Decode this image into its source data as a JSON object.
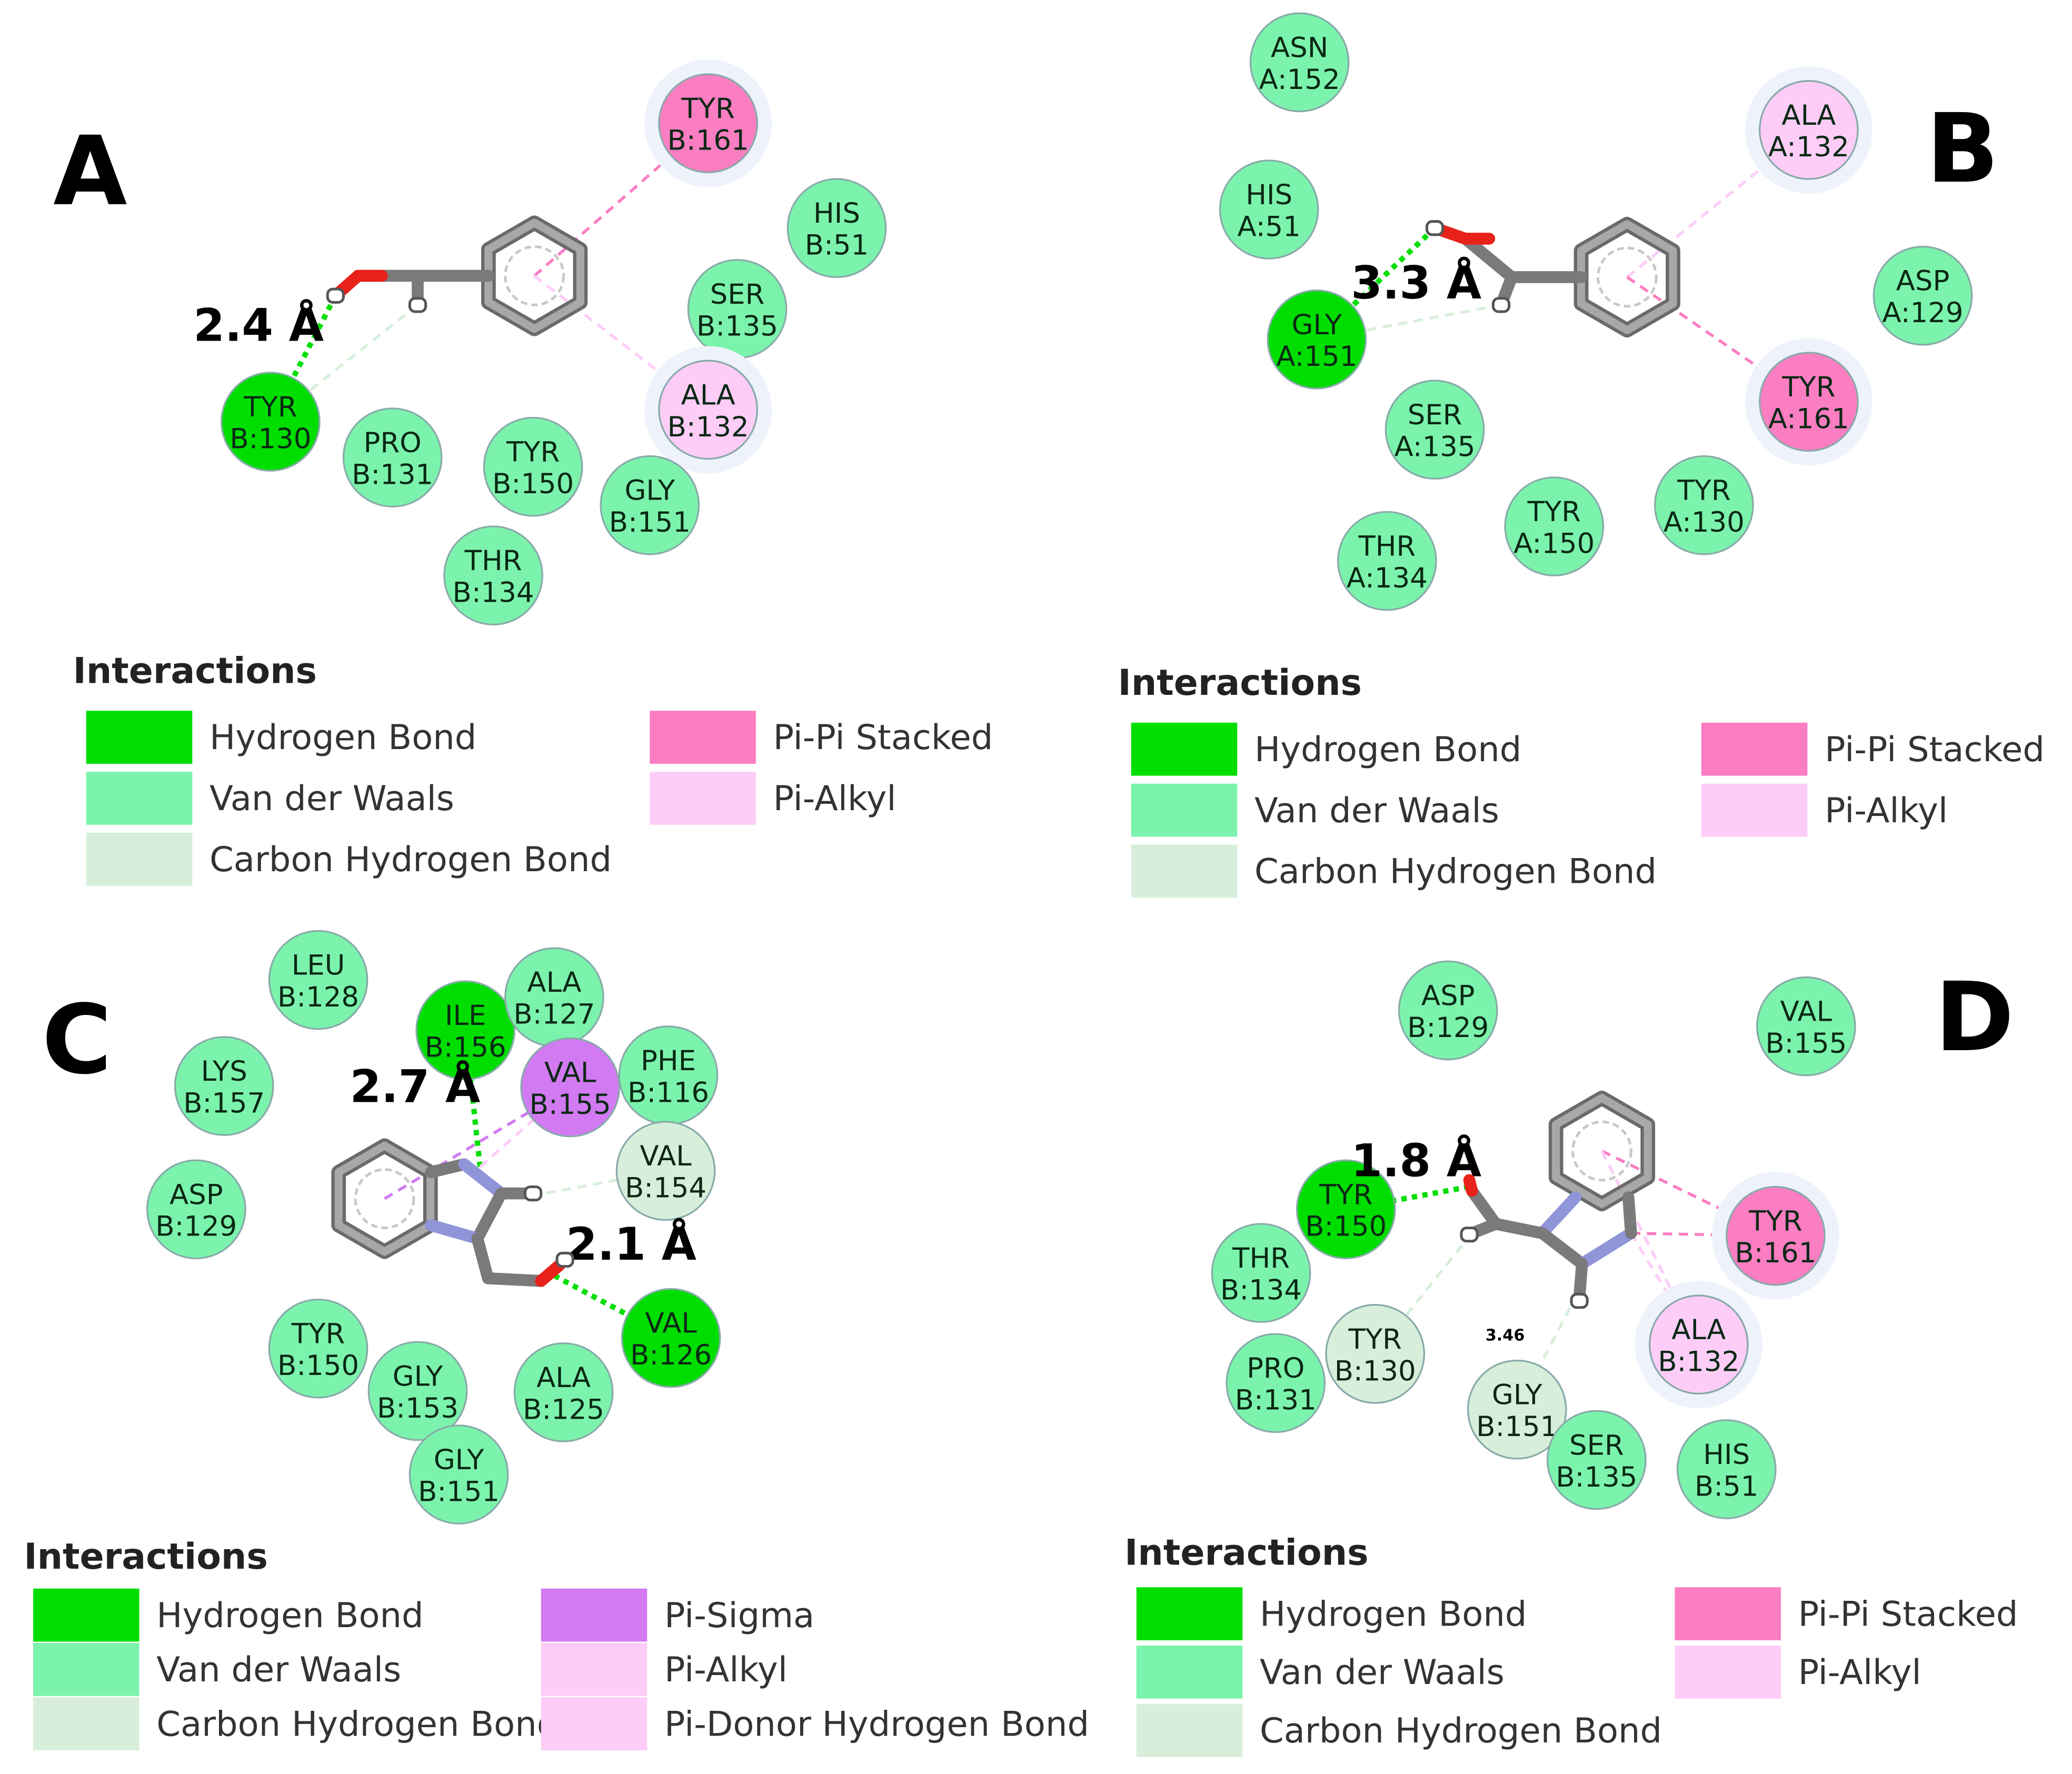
{
  "colors": {
    "hydrogen_bond": "#00DE00",
    "van_der_waals": "#7CF3AC",
    "carbon_hydrogen_bond": "#D7EFDA",
    "pi_pi_stacked": "#FB7DC2",
    "pi_alkyl": "#FDCDF7",
    "pi_sigma": "#D27AF2",
    "pi_donor_hydrogen_bond": "#FDCDF7",
    "residue_text": "#0a2814",
    "ligand_carbon": "#8a8a8a",
    "oxygen": "#e8211b",
    "nitrogen": "#8f95d8"
  },
  "panels": [
    {
      "id": "A",
      "label": "A",
      "distance_labels": [
        "2.4 Å"
      ],
      "ligand_type": "benzyl-alcohol",
      "residues": [
        {
          "text": [
            "TYR",
            "B:161"
          ],
          "type": "pi_pi_stacked"
        },
        {
          "text": [
            "HIS",
            "B:51"
          ],
          "type": "van_der_waals"
        },
        {
          "text": [
            "SER",
            "B:135"
          ],
          "type": "van_der_waals"
        },
        {
          "text": [
            "ALA",
            "B:132"
          ],
          "type": "pi_alkyl"
        },
        {
          "text": [
            "TYR",
            "B:130"
          ],
          "type": "hydrogen_bond"
        },
        {
          "text": [
            "PRO",
            "B:131"
          ],
          "type": "van_der_waals"
        },
        {
          "text": [
            "TYR",
            "B:150"
          ],
          "type": "van_der_waals"
        },
        {
          "text": [
            "GLY",
            "B:151"
          ],
          "type": "van_der_waals"
        },
        {
          "text": [
            "THR",
            "B:134"
          ],
          "type": "van_der_waals"
        }
      ],
      "legend": {
        "title": "Interactions",
        "items": [
          {
            "label": "Hydrogen Bond",
            "type": "hydrogen_bond"
          },
          {
            "label": "Van der Waals",
            "type": "van_der_waals"
          },
          {
            "label": "Carbon Hydrogen Bond",
            "type": "carbon_hydrogen_bond"
          },
          {
            "label": "Pi-Pi Stacked",
            "type": "pi_pi_stacked"
          },
          {
            "label": "Pi-Alkyl",
            "type": "pi_alkyl"
          }
        ]
      }
    },
    {
      "id": "B",
      "label": "B",
      "distance_labels": [
        "3.3 Å"
      ],
      "ligand_type": "benzyl-alcohol",
      "residues": [
        {
          "text": [
            "ASN",
            "A:152"
          ],
          "type": "van_der_waals"
        },
        {
          "text": [
            "ALA",
            "A:132"
          ],
          "type": "pi_alkyl"
        },
        {
          "text": [
            "HIS",
            "A:51"
          ],
          "type": "van_der_waals"
        },
        {
          "text": [
            "ASP",
            "A:129"
          ],
          "type": "van_der_waals"
        },
        {
          "text": [
            "GLY",
            "A:151"
          ],
          "type": "hydrogen_bond"
        },
        {
          "text": [
            "TYR",
            "A:161"
          ],
          "type": "pi_pi_stacked"
        },
        {
          "text": [
            "SER",
            "A:135"
          ],
          "type": "van_der_waals"
        },
        {
          "text": [
            "TYR",
            "A:150"
          ],
          "type": "van_der_waals"
        },
        {
          "text": [
            "TYR",
            "A:130"
          ],
          "type": "van_der_waals"
        },
        {
          "text": [
            "THR",
            "A:134"
          ],
          "type": "van_der_waals"
        }
      ],
      "legend": {
        "title": "Interactions",
        "items": [
          {
            "label": "Hydrogen Bond",
            "type": "hydrogen_bond"
          },
          {
            "label": "Van der Waals",
            "type": "van_der_waals"
          },
          {
            "label": "Carbon Hydrogen Bond",
            "type": "carbon_hydrogen_bond"
          },
          {
            "label": "Pi-Pi Stacked",
            "type": "pi_pi_stacked"
          },
          {
            "label": "Pi-Alkyl",
            "type": "pi_alkyl"
          }
        ]
      }
    },
    {
      "id": "C",
      "label": "C",
      "distance_labels": [
        "2.7 Å",
        "2.1 Å"
      ],
      "ligand_type": "benzimidazole-ethanol",
      "residues": [
        {
          "text": [
            "LEU",
            "B:128"
          ],
          "type": "van_der_waals"
        },
        {
          "text": [
            "ILE",
            "B:156"
          ],
          "type": "hydrogen_bond"
        },
        {
          "text": [
            "ALA",
            "B:127"
          ],
          "type": "van_der_waals"
        },
        {
          "text": [
            "LYS",
            "B:157"
          ],
          "type": "van_der_waals"
        },
        {
          "text": [
            "VAL",
            "B:155"
          ],
          "type": "pi_sigma"
        },
        {
          "text": [
            "PHE",
            "B:116"
          ],
          "type": "van_der_waals"
        },
        {
          "text": [
            "VAL",
            "B:154"
          ],
          "type": "carbon_hydrogen_bond"
        },
        {
          "text": [
            "ASP",
            "B:129"
          ],
          "type": "van_der_waals"
        },
        {
          "text": [
            "VAL",
            "B:126"
          ],
          "type": "hydrogen_bond"
        },
        {
          "text": [
            "TYR",
            "B:150"
          ],
          "type": "van_der_waals"
        },
        {
          "text": [
            "GLY",
            "B:153"
          ],
          "type": "van_der_waals"
        },
        {
          "text": [
            "ALA",
            "B:125"
          ],
          "type": "van_der_waals"
        },
        {
          "text": [
            "GLY",
            "B:151"
          ],
          "type": "van_der_waals"
        }
      ],
      "legend": {
        "title": "Interactions",
        "items": [
          {
            "label": "Hydrogen Bond",
            "type": "hydrogen_bond"
          },
          {
            "label": "Van der Waals",
            "type": "van_der_waals"
          },
          {
            "label": "Carbon Hydrogen Bond",
            "type": "carbon_hydrogen_bond"
          },
          {
            "label": "Pi-Sigma",
            "type": "pi_sigma"
          },
          {
            "label": "Pi-Alkyl",
            "type": "pi_alkyl"
          },
          {
            "label": "Pi-Donor Hydrogen Bond",
            "type": "pi_donor_hydrogen_bond"
          }
        ]
      }
    },
    {
      "id": "D",
      "label": "D",
      "distance_labels": [
        "1.8 Å",
        "3.46"
      ],
      "ligand_type": "benzimidazole-methanol",
      "residues": [
        {
          "text": [
            "ASP",
            "B:129"
          ],
          "type": "van_der_waals"
        },
        {
          "text": [
            "VAL",
            "B:155"
          ],
          "type": "van_der_waals"
        },
        {
          "text": [
            "TYR",
            "B:150"
          ],
          "type": "hydrogen_bond"
        },
        {
          "text": [
            "TYR",
            "B:161"
          ],
          "type": "pi_pi_stacked"
        },
        {
          "text": [
            "THR",
            "B:134"
          ],
          "type": "van_der_waals"
        },
        {
          "text": [
            "TYR",
            "B:130"
          ],
          "type": "carbon_hydrogen_bond"
        },
        {
          "text": [
            "ALA",
            "B:132"
          ],
          "type": "pi_alkyl"
        },
        {
          "text": [
            "PRO",
            "B:131"
          ],
          "type": "van_der_waals"
        },
        {
          "text": [
            "GLY",
            "B:151"
          ],
          "type": "carbon_hydrogen_bond"
        },
        {
          "text": [
            "SER",
            "B:135"
          ],
          "type": "van_der_waals"
        },
        {
          "text": [
            "HIS",
            "B:51"
          ],
          "type": "van_der_waals"
        }
      ],
      "legend": {
        "title": "Interactions",
        "items": [
          {
            "label": "Hydrogen Bond",
            "type": "hydrogen_bond"
          },
          {
            "label": "Van der Waals",
            "type": "van_der_waals"
          },
          {
            "label": "Carbon Hydrogen Bond",
            "type": "carbon_hydrogen_bond"
          },
          {
            "label": "Pi-Pi Stacked",
            "type": "pi_pi_stacked"
          },
          {
            "label": "Pi-Alkyl",
            "type": "pi_alkyl"
          }
        ]
      }
    }
  ]
}
